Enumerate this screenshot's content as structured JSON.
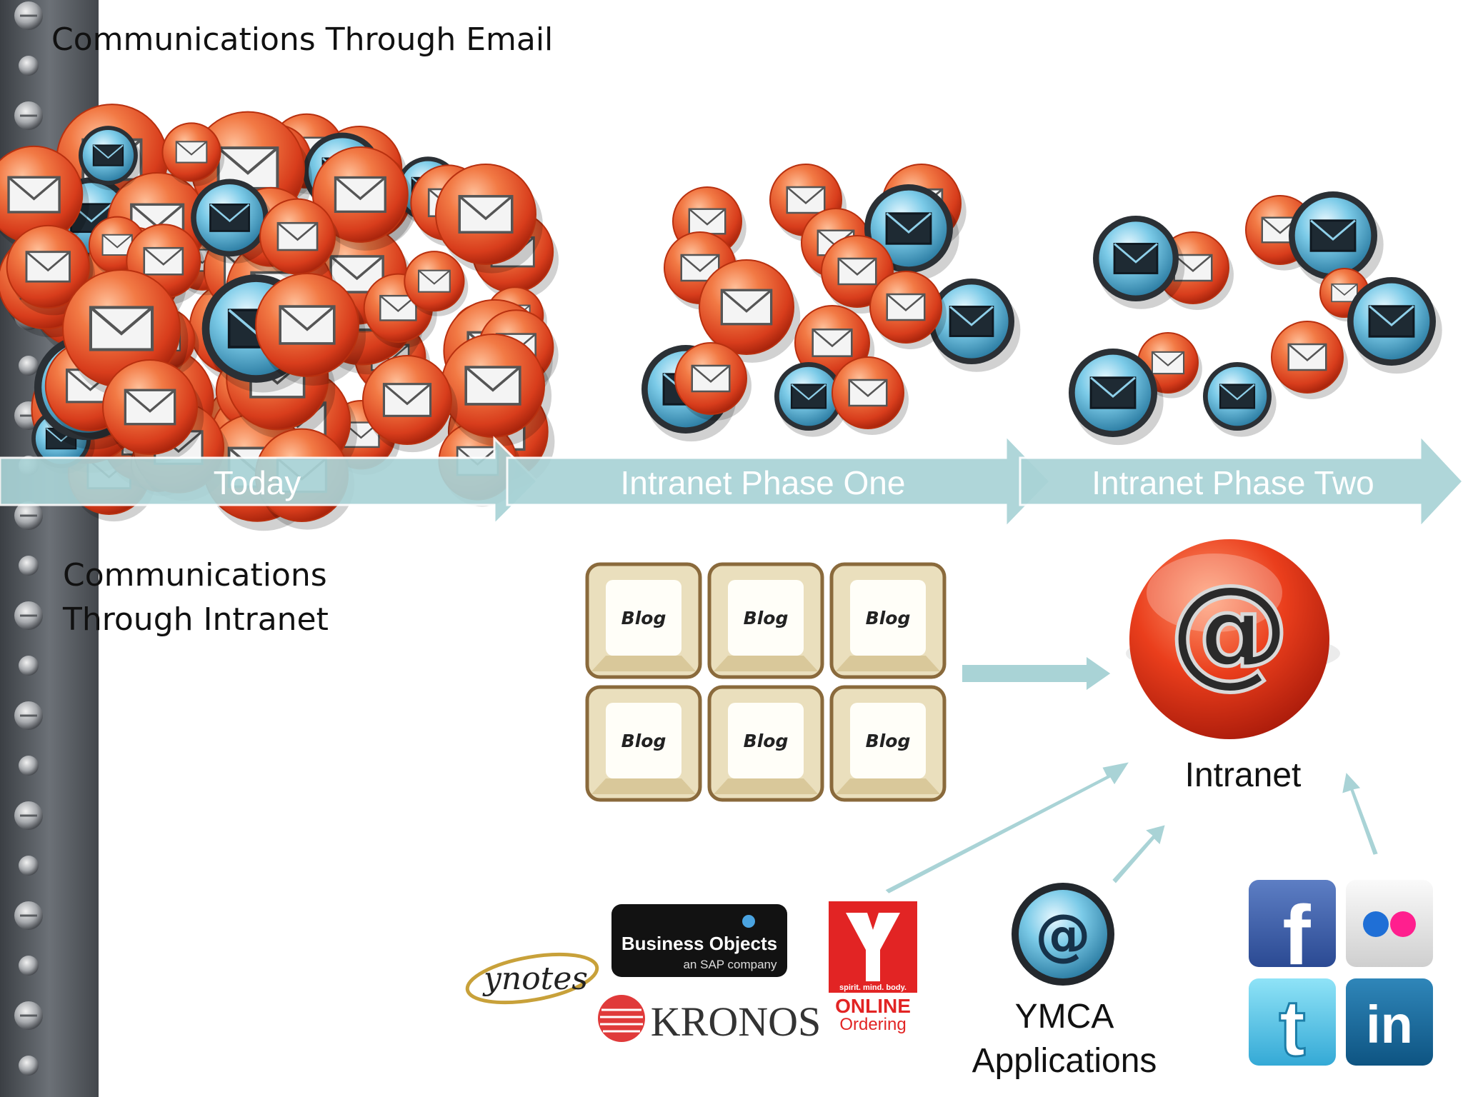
{
  "slide": {
    "email_title": "Communications Through Email",
    "intranet_title_line1": "Communications",
    "intranet_title_line2": "Through Intranet"
  },
  "timeline": {
    "stages": [
      "Today",
      "Intranet Phase One",
      "Intranet Phase Two"
    ]
  },
  "blogs": [
    "Blog",
    "Blog",
    "Blog",
    "Blog",
    "Blog",
    "Blog"
  ],
  "intranet": {
    "label": "Intranet",
    "icon": "at-sign-icon"
  },
  "apps": {
    "ymca_line1": "YMCA",
    "ymca_line2": "Applications",
    "logos": {
      "ynotes": "ynotes",
      "business_objects_main": "Business Objects",
      "business_objects_sub": "an SAP company",
      "kronos": "KRONOS",
      "ymca_tag": "spirit. mind. body.",
      "online": "ONLINE",
      "ordering": "Ordering"
    }
  },
  "social": {
    "facebook": "f",
    "twitter": "t",
    "linkedin": "in"
  },
  "colors": {
    "arrow": "#a9d3d6",
    "email_red": "#e8552a",
    "email_blue": "#5cb8d8",
    "blog_border": "#8a6a3c",
    "blog_fill": "#eadfbd",
    "rail": "#55595e"
  }
}
